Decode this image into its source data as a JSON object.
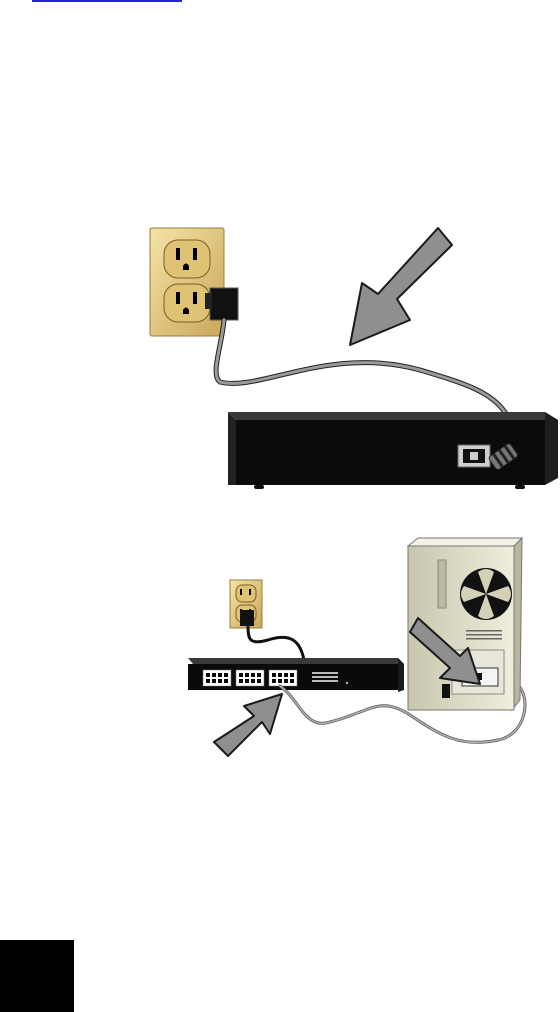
{
  "figures": [
    {
      "id": "power-connection",
      "items": [
        "wall-outlet",
        "ac-adapter",
        "power-cord",
        "power-arrow",
        "switch-rear-panel",
        "power-jack"
      ]
    },
    {
      "id": "network-connection",
      "items": [
        "wall-outlet",
        "ac-adapter",
        "switch-front-panel",
        "ethernet-ports",
        "uplink-arrow",
        "ethernet-cable",
        "computer-tower",
        "nic-arrow"
      ]
    }
  ],
  "colors": {
    "outlet_plate": "#e7cf8a",
    "device_body": "#0b0b0b",
    "arrow_fill": "#8f8f8f",
    "tower_case": "#d9d6bf",
    "link_underline": "#2424d6",
    "page_tab": "#000000"
  },
  "icons": [
    "outlet-icon",
    "adapter-icon",
    "arrow-icon",
    "switch-icon",
    "computer-icon"
  ]
}
